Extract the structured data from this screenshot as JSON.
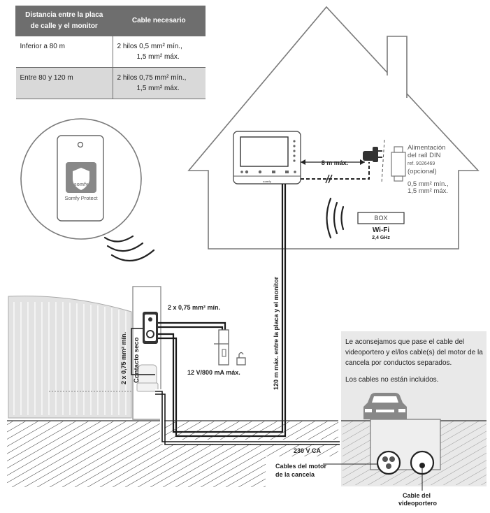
{
  "table": {
    "headers": [
      "Distancia entre la placa de calle y el monitor",
      "Cable necesario"
    ],
    "rows": [
      {
        "distance": "Inferior a 80 m",
        "cable_line1": "2 hilos 0,5 mm² mín.,",
        "cable_line2": "1,5 mm² máx."
      },
      {
        "distance": "Entre 80 y 120 m",
        "cable_line1": "2 hilos 0,75 mm² mín.,",
        "cable_line2": "1,5 mm² máx."
      }
    ]
  },
  "phone": {
    "brand": "somfy",
    "app": "Somfy Protect"
  },
  "monitor": {
    "brand": "somfy"
  },
  "labels": {
    "max_8m": "8 m máx.",
    "din_title_1": "Alimentación",
    "din_title_2": "del raíl DIN",
    "din_ref": "ref. 9026469",
    "din_optional": "(opcional)",
    "din_cable_1": "0,5 mm² mín.,",
    "din_cable_2": "1,5 mm² máx.",
    "box": "BOX",
    "wifi": "Wi-Fi",
    "wifi_band": "2,4 GHz",
    "vertical_cable": "120 m máx. entre la placa y el monitor",
    "lock_cable": "2 x 0,75 mm² mín.",
    "lock_rating": "12 V/800 mA máx.",
    "dry_contact_cable": "2 x 0,75 mm² mín.",
    "dry_contact": "Contacto seco",
    "mains": "230 V CA",
    "motor_cables_1": "Cables del motor",
    "motor_cables_2": "de la cancela",
    "intercom_cable_1": "Cable del",
    "intercom_cable_2": "videoportero"
  },
  "note": {
    "p1": "Le aconsejamos que pase el cable del videoportero y el/los cable(s) del motor de la cancela por conductos separados.",
    "p2": "Los cables no están incluidos."
  },
  "colors": {
    "line": "#7a7a7a",
    "cable": "#1a1a1a",
    "header": "#6e6e6e",
    "shade": "#d9d9d9"
  }
}
